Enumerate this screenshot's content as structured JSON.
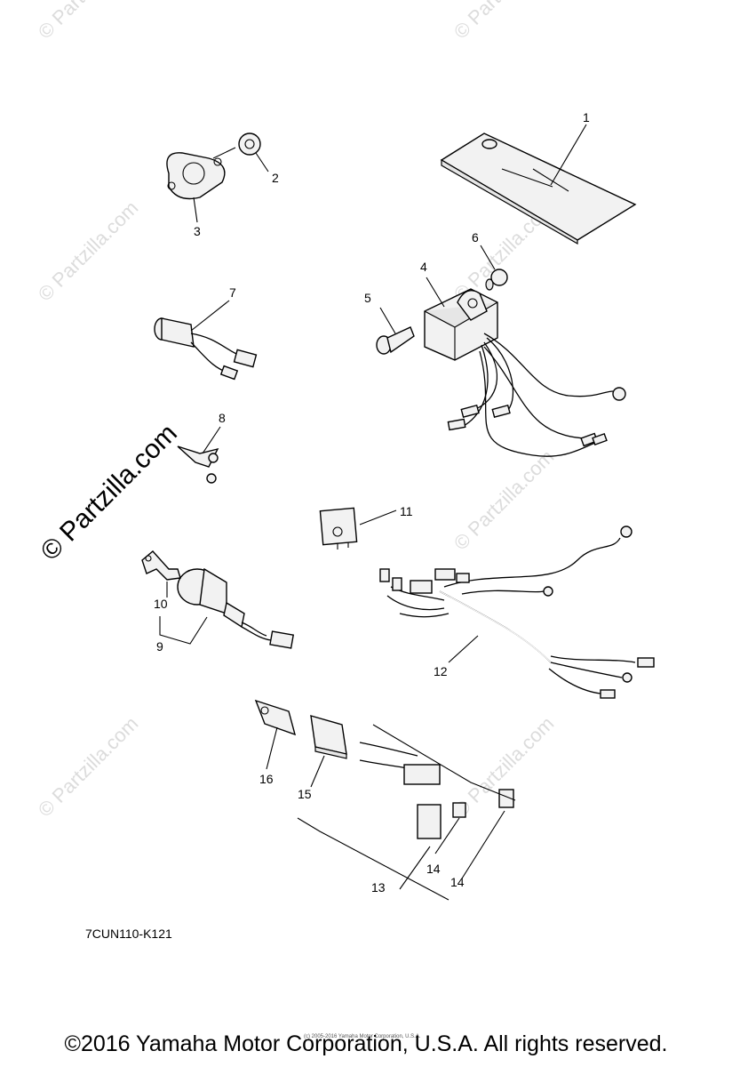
{
  "watermark": {
    "text": "© Partzilla.com"
  },
  "callouts": {
    "c1": "1",
    "c2": "2",
    "c3": "3",
    "c4": "4",
    "c5": "5",
    "c6": "6",
    "c7": "7",
    "c8": "8",
    "c9": "9",
    "c10": "10",
    "c11": "11",
    "c12": "12",
    "c13": "13",
    "c14a": "14",
    "c14b": "14",
    "c15": "15",
    "c16": "16"
  },
  "diagram_code": "7CUN110-K121",
  "tiny_copyright": "(c) 2005-2016 Yamaha Motor Corporation, U.S.A.",
  "copyright": "©2016 Yamaha Motor Corporation, U.S.A. All rights reserved."
}
